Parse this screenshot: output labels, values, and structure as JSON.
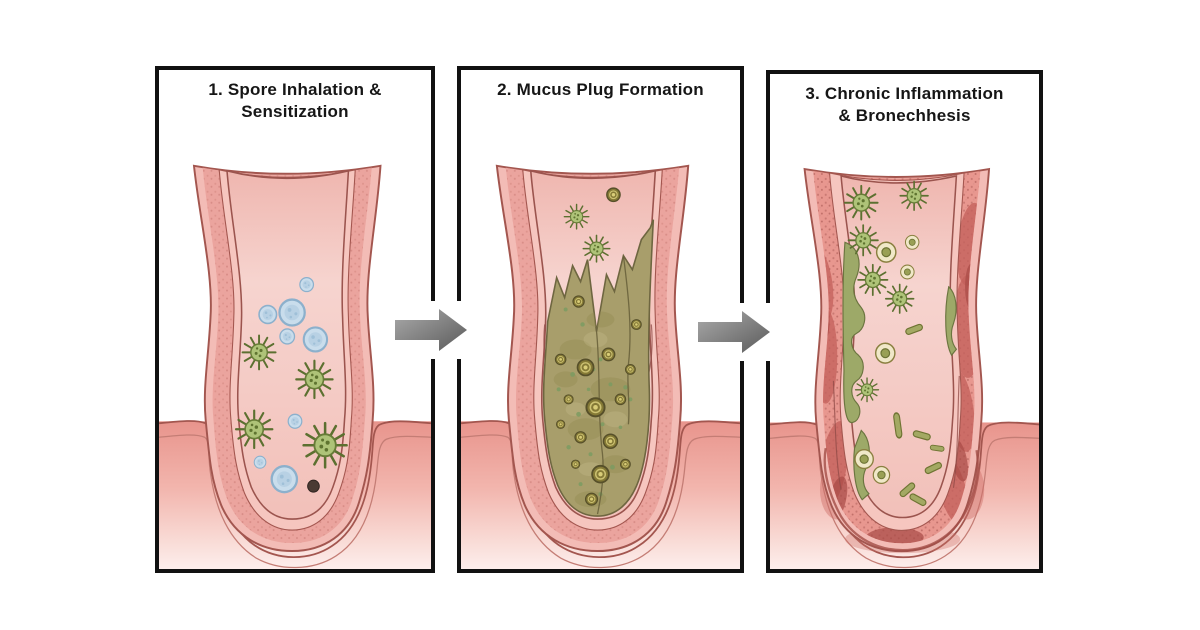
{
  "stages": [
    {
      "title_lines": [
        "1. Spore Inhalation &",
        "Sensitization"
      ]
    },
    {
      "title_lines": [
        "2. Mucus Plug Formation"
      ]
    },
    {
      "title_lines": [
        "3. Chronic Inflammation",
        "& Bronechhesis"
      ]
    }
  ],
  "arrows": [
    {
      "direction": "right"
    },
    {
      "direction": "right"
    }
  ],
  "palette": {
    "panel_border": "#111111",
    "arrow_gray_light": "#ababab",
    "arrow_gray_dark": "#5a5a5a",
    "wall_salmon": "#eba49e",
    "wall_light": "#f6c6bf",
    "wall_outline": "#a3564f",
    "lumen_pink": "#f6d4cf",
    "tissue_band_top": "#e8948c",
    "tissue_band_bottom": "#fdeeec",
    "spore_blue": "#c9ddec",
    "spore_green": "#aec378",
    "spore_green_dark": "#5c7030",
    "mucus_plug": "#a89e6b",
    "mucus_dark": "#6e6640",
    "olive_spore": "#857a36",
    "inflamed_patch": "#c4625c",
    "bacteria_rod": "#a3a963"
  }
}
